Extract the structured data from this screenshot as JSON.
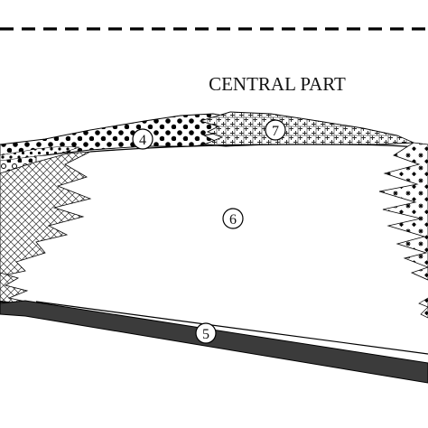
{
  "title": "CENTRAL PART",
  "zones": [
    {
      "id": "zone-4",
      "number": "4"
    },
    {
      "id": "zone-5",
      "number": "5"
    },
    {
      "id": "zone-6",
      "number": "6"
    },
    {
      "id": "zone-7",
      "number": "7"
    }
  ]
}
